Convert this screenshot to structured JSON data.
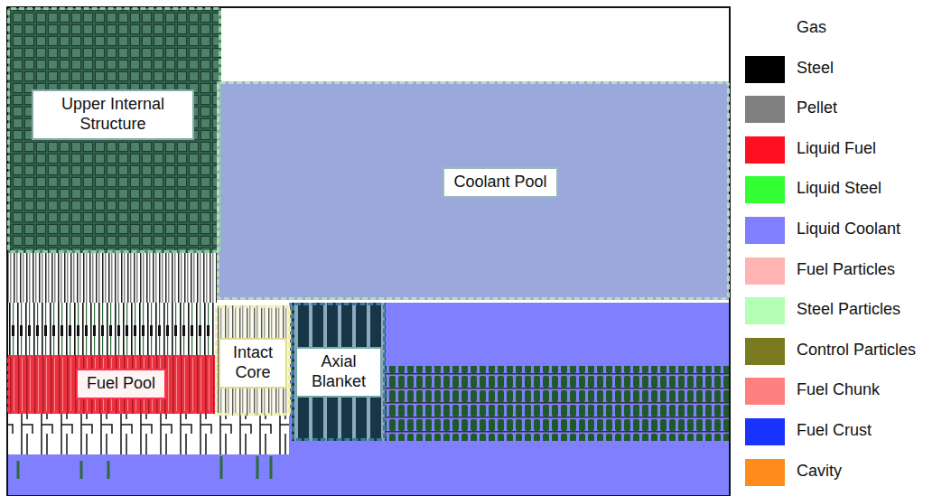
{
  "diagram": {
    "nodes": [
      {
        "text": [
          "Upper Internal Structure"
        ]
      },
      {
        "text": [
          "Coolant Pool"
        ]
      },
      {
        "text": [
          "Fuel Pool"
        ]
      },
      {
        "text": [
          "Intact Core"
        ]
      },
      {
        "text": [
          "Axial Blanket"
        ]
      }
    ],
    "legend": [
      {
        "text": "Gas",
        "color": "#ffffff"
      },
      {
        "text": "Steel",
        "color": "#000000"
      },
      {
        "text": "Pellet",
        "color": "#808080"
      },
      {
        "text": "Liquid Fuel",
        "color": "#ff1020"
      },
      {
        "text": "Liquid Steel",
        "color": "#33ff33"
      },
      {
        "text": "Liquid Coolant",
        "color": "#8080ff"
      },
      {
        "text": "Fuel Particles",
        "color": "#ffb3b3"
      },
      {
        "text": "Steel Particles",
        "color": "#b3ffb3"
      },
      {
        "text": "Control Particles",
        "color": "#7a7a20"
      },
      {
        "text": "Fuel Chunk",
        "color": "#ff8080"
      },
      {
        "text": "Fuel Crust",
        "color": "#1a33ff"
      },
      {
        "text": "Cavity",
        "color": "#ff8c1a"
      }
    ]
  }
}
